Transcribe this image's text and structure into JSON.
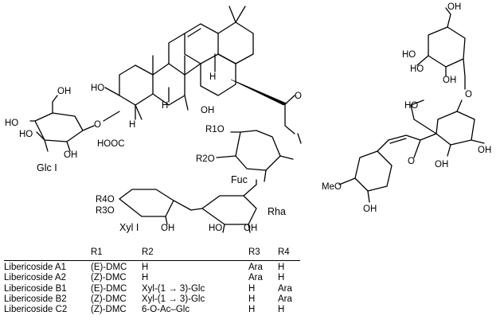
{
  "structure_labels": {
    "ho_ring_a": "HO",
    "ho_glc": "HO",
    "ho_glc_low": "HO",
    "oh_glc_ch2": "OH",
    "oh_glc_c3": "OH",
    "o_glc": "O",
    "glc_I": "Glc I",
    "hooc": "HOOC",
    "oh_c27": "OH",
    "h_c9": "H",
    "h_c5": "H",
    "h_c18": "H",
    "o_ester": "O",
    "r1o": "R1O",
    "r2o": "R2O",
    "fuc": "Fuc",
    "r4o": "R4O",
    "r3o": "R3O",
    "xyl_I": "Xyl I",
    "rha": "Rha",
    "oh_xyl": "OH",
    "ho_rha": "HO",
    "oh_rha": "OH",
    "oh_right_top": "OH",
    "ho_right_1": "HO",
    "ho_right_2": "HO",
    "oh_right_glc": "OH",
    "ho_fru": "HO",
    "oh_fru_1": "OH",
    "oh_fru_2": "OH",
    "o_keto": "O",
    "meo": "MeO",
    "oh_phenol": "OH",
    "o_link": "O"
  },
  "table": {
    "headers": [
      "",
      "R1",
      "R2",
      "R3",
      "R4"
    ],
    "rows": [
      [
        "Libericoside A1",
        "(E)-DMC",
        "H",
        "Ara",
        "H"
      ],
      [
        "Libericoside A2",
        "(Z)-DMC",
        "H",
        "Ara",
        "H"
      ],
      [
        "Libericoside B1",
        "(E)-DMC",
        "Xyl-(1 → 3)-Glc",
        "H",
        "Ara"
      ],
      [
        "Libericoside B2",
        "(Z)-DMC",
        "Xyl-(1 → 3)-Glc",
        "H",
        "Ara"
      ],
      [
        "Libericoside C2",
        "(Z)-DMC",
        "6-O-Ac–Glc",
        "H",
        "H"
      ]
    ]
  }
}
